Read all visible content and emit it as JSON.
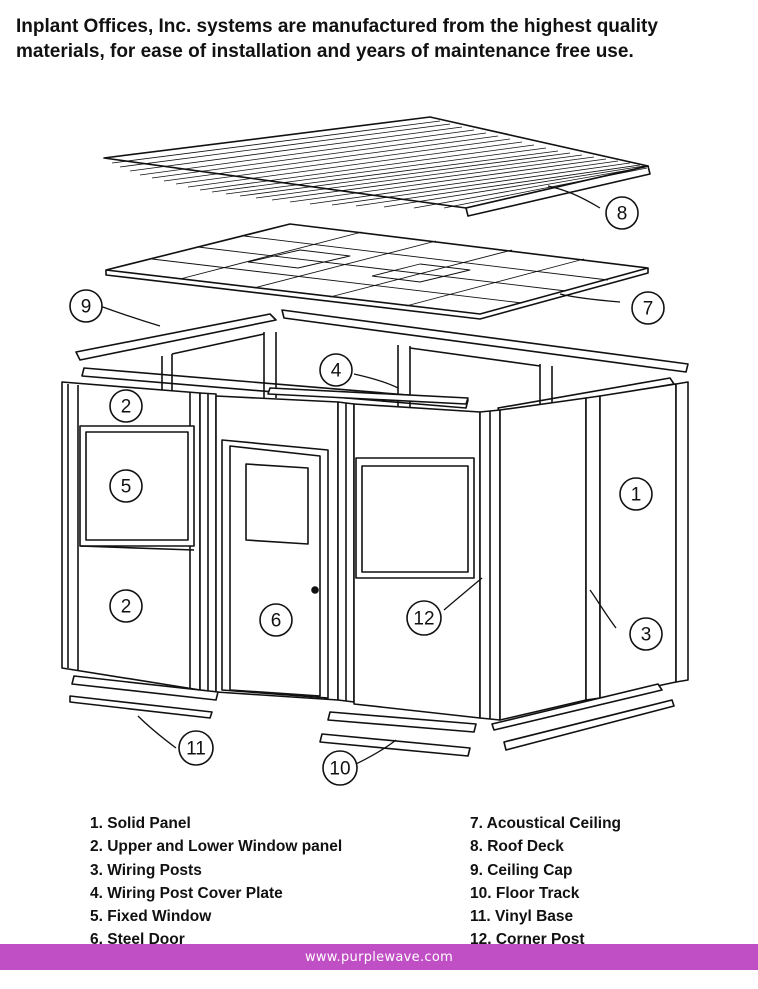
{
  "header": {
    "line1": "Inplant Offices, Inc.  systems are manufactured from the highest quality",
    "line2": "materials, for ease of installation and years of maintenance free use."
  },
  "legend_left": [
    "1.  Solid Panel",
    "2.  Upper and Lower Window panel",
    "3.  Wiring Posts",
    "4.  Wiring Post Cover Plate",
    "5.  Fixed Window",
    "6.  Steel Door"
  ],
  "legend_right": [
    "7.  Acoustical Ceiling",
    "8.  Roof Deck",
    "9.  Ceiling Cap",
    "10.  Floor Track",
    "11.  Vinyl Base",
    "12.  Corner Post"
  ],
  "markers": {
    "m1": "1",
    "m2a": "2",
    "m2b": "2",
    "m3": "3",
    "m4": "4",
    "m5": "5",
    "m6": "6",
    "m7": "7",
    "m8": "8",
    "m9": "9",
    "m10": "10",
    "m11": "11",
    "m12": "12"
  },
  "footer": {
    "text": "www.purplewave.com",
    "color": "#c04ec4"
  }
}
